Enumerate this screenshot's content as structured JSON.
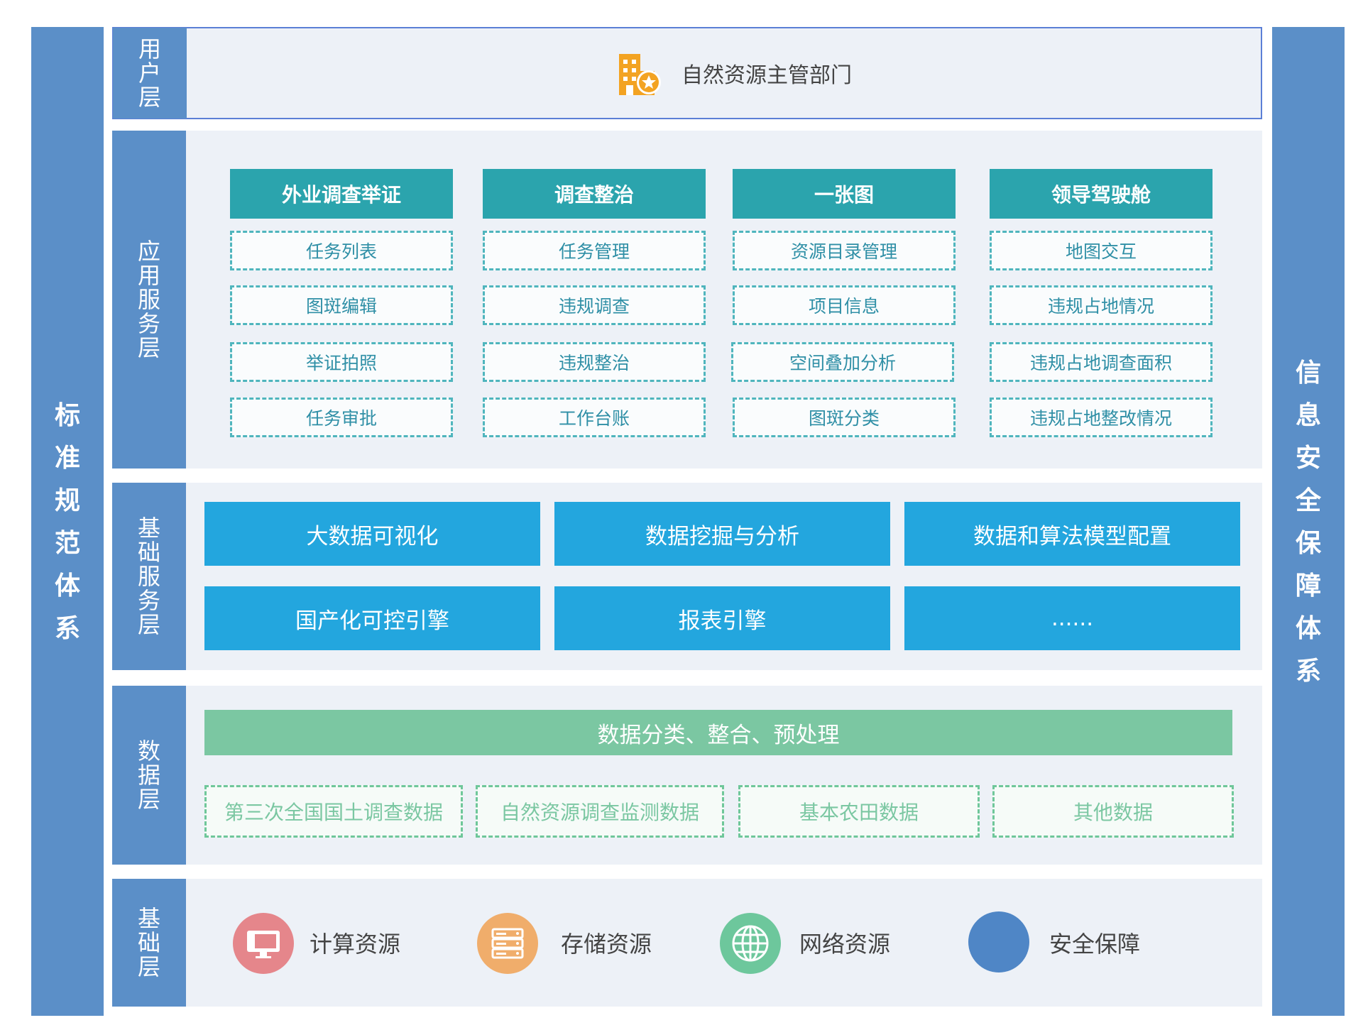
{
  "colors": {
    "side_bar": "#5b8fc8",
    "layer_background": "#edf1f7",
    "app_header": "#2ba4ad",
    "service_box": "#23a6de",
    "data_bar": "#7bc7a2",
    "compute_icon": "#e5868b",
    "storage_icon": "#f0ad6b",
    "network_icon": "#6dc79c",
    "security_icon": "#4f86c6"
  },
  "left_bar": {
    "chars": [
      "标",
      "准",
      "规",
      "范",
      "体",
      "系"
    ]
  },
  "right_bar": {
    "chars": [
      "信",
      "息",
      "安",
      "全",
      "保",
      "障",
      "体",
      "系"
    ]
  },
  "user_layer": {
    "label": [
      "用",
      "户",
      "层"
    ],
    "icon": "building-star-icon",
    "text": "自然资源主管部门"
  },
  "app_layer": {
    "label": [
      "应",
      "用",
      "服",
      "务",
      "层"
    ],
    "columns": [
      {
        "title": "外业调查举证",
        "items": [
          "任务列表",
          "图斑编辑",
          "举证拍照",
          "任务审批"
        ]
      },
      {
        "title": "调查整治",
        "items": [
          "任务管理",
          "违规调查",
          "违规整治",
          "工作台账"
        ]
      },
      {
        "title": "一张图",
        "items": [
          "资源目录管理",
          "项目信息",
          "空间叠加分析",
          "图斑分类"
        ]
      },
      {
        "title": "领导驾驶舱",
        "items": [
          "地图交互",
          "违规占地情况",
          "违规占地调查面积",
          "违规占地整改情况"
        ]
      }
    ]
  },
  "base_service_layer": {
    "label": [
      "基",
      "础",
      "服",
      "务",
      "层"
    ],
    "boxes": [
      "大数据可视化",
      "数据挖掘与分析",
      "数据和算法模型配置",
      "国产化可控引擎",
      "报表引擎",
      "......"
    ]
  },
  "data_layer": {
    "label": [
      "数",
      "据",
      "层"
    ],
    "bar": "数据分类、整合、预处理",
    "items": [
      "第三次全国国土调查数据",
      "自然资源调查监测数据",
      "基本农田数据",
      "其他数据"
    ]
  },
  "infra_layer": {
    "label": [
      "基",
      "础",
      "层"
    ],
    "resources": [
      {
        "icon": "computer-icon",
        "label": "计算资源"
      },
      {
        "icon": "server-icon",
        "label": "存储资源"
      },
      {
        "icon": "globe-icon",
        "label": "网络资源"
      },
      {
        "icon": "circle-icon",
        "label": "安全保障"
      }
    ]
  }
}
